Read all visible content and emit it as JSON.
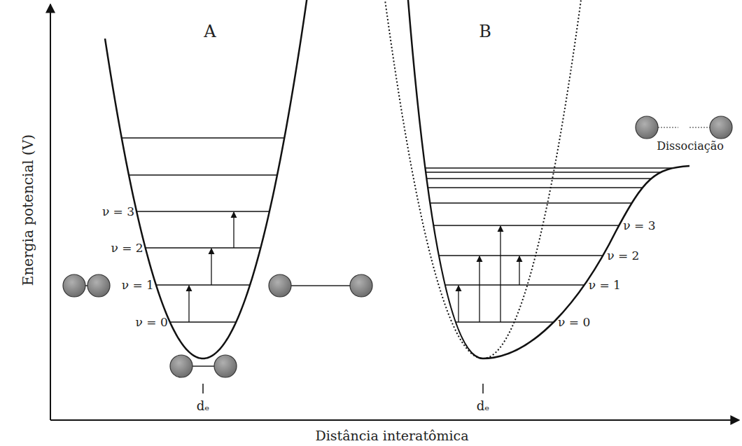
{
  "diagram": {
    "labels": [
      "A",
      "B",
      "ν = 3",
      "ν = 2",
      "ν = 1",
      "ν = 0",
      "ν = 3",
      "ν = 2",
      "ν = 1",
      "ν = 0",
      "Dissociação",
      "Energia potencial (V)",
      "dₑ",
      "dₑ",
      "Distância interatômica"
    ]
  }
}
